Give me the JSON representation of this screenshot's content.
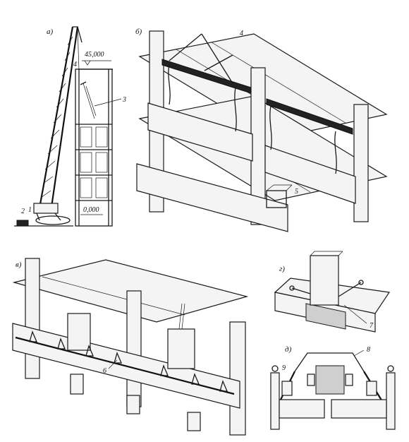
{
  "panels": {
    "a": {
      "label": "а)",
      "elevation_top": "45,000",
      "elevation_base": "0,000",
      "callouts": [
        "1",
        "2",
        "3",
        "4"
      ]
    },
    "b": {
      "label": "б)",
      "callouts": [
        "4",
        "5"
      ]
    },
    "v": {
      "label": "в)",
      "callouts": [
        "6"
      ]
    },
    "g": {
      "label": "г)",
      "callouts": [
        "7"
      ]
    },
    "d": {
      "label": "д)",
      "callouts": [
        "8",
        "9"
      ]
    }
  }
}
